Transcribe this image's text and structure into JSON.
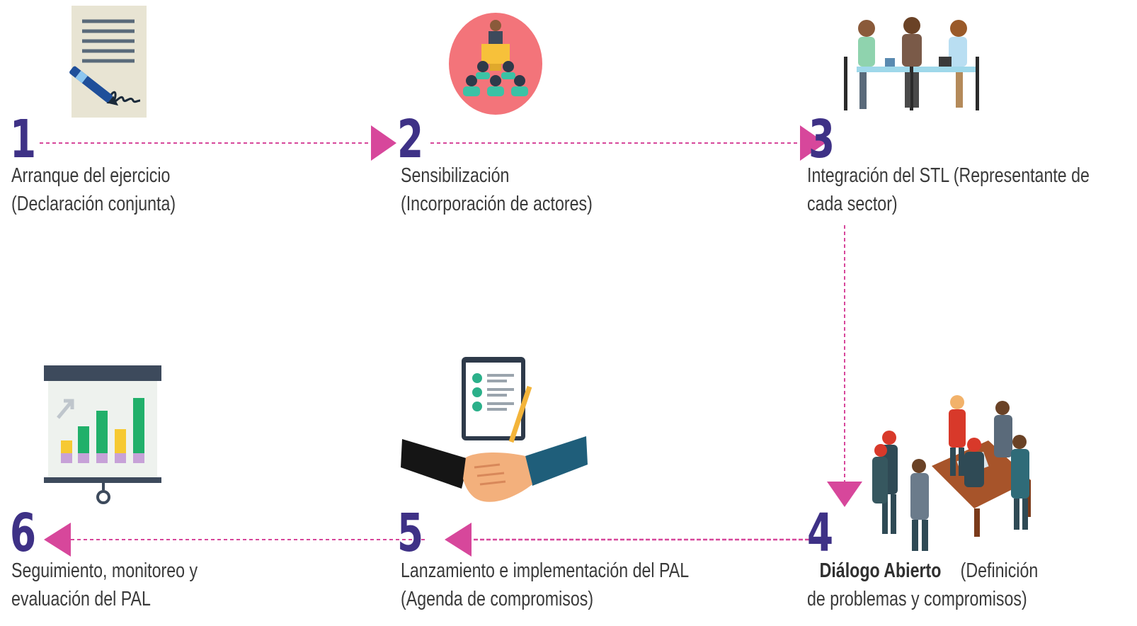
{
  "colors": {
    "number": "#3e3186",
    "arrow": "#d7479b",
    "text": "#3a3a3a"
  },
  "steps": [
    {
      "number": "1",
      "line1": "Arranque del ejercicio",
      "line2": "(Declaración conjunta)",
      "icon": "signed-document-icon"
    },
    {
      "number": "2",
      "line1": "Sensibilización",
      "line2": "(Incorporación de actores)",
      "icon": "audience-presentation-icon"
    },
    {
      "number": "3",
      "line1": "Integración del STL (Representante de",
      "line2": "cada sector)",
      "icon": "meeting-table-icon"
    },
    {
      "number": "4",
      "line1_bold": "Diálogo Abierto",
      "line1_rest": "(Definición",
      "line2": "de problemas y compromisos)",
      "icon": "group-discussion-icon"
    },
    {
      "number": "5",
      "line1": "Lanzamiento e implementación del PAL",
      "line2": "(Agenda de compromisos)",
      "icon": "handshake-checklist-icon"
    },
    {
      "number": "6",
      "line1": "Seguimiento, monitoreo y",
      "line2": "evaluación del PAL",
      "icon": "bar-chart-board-icon"
    }
  ]
}
